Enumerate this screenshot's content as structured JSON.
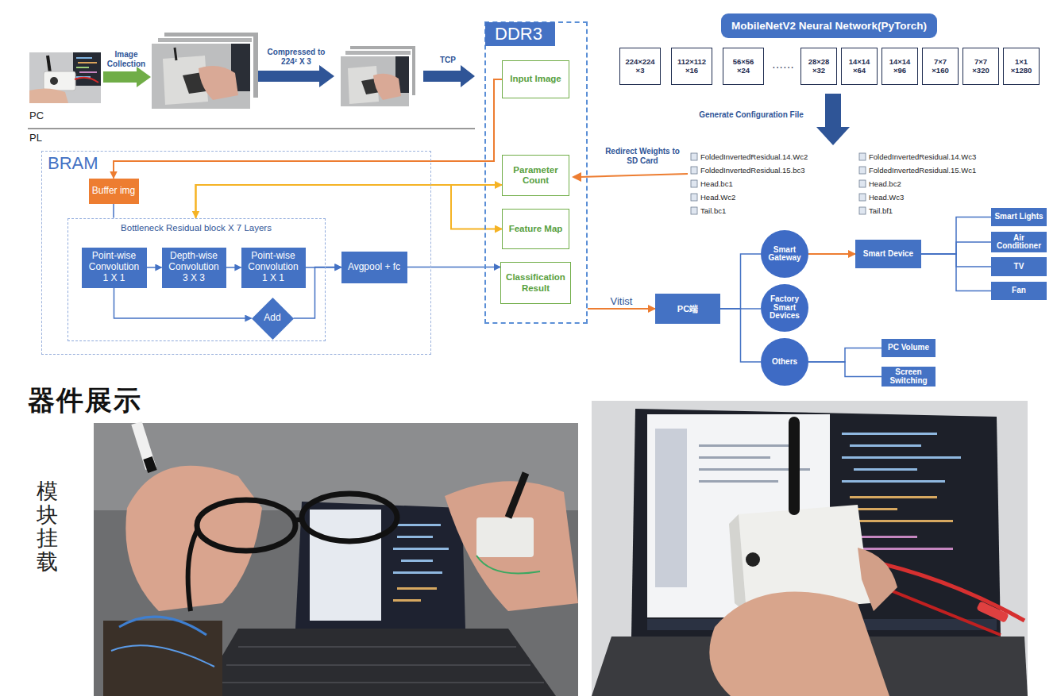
{
  "diagram": {
    "nodes": [
      {
        "text": [
          "DDR3"
        ]
      },
      {
        "text": [
          "Input Image"
        ],
        "in": 0
      },
      {
        "text": [
          "Parameter Count"
        ],
        "in": 0
      },
      {
        "text": [
          "Feature Map"
        ],
        "in": 0
      },
      {
        "text": [
          "Classification Result"
        ],
        "in": 0
      },
      {
        "text": [
          "BRAM"
        ]
      },
      {
        "text": [
          "Buffer img"
        ],
        "in": 5
      },
      {
        "text": [
          "Bottleneck Residual block X 7 Layers"
        ],
        "in": 5
      },
      {
        "text": [
          "Point-wise Convolution 1 X 1"
        ],
        "in": 7
      },
      {
        "text": [
          "Depth-wise Convolution 3 X 3"
        ],
        "in": 7
      },
      {
        "text": [
          "Point-wise Convolution 1 X 1"
        ],
        "in": 7
      },
      {
        "text": [
          "Add"
        ],
        "in": 7
      },
      {
        "text": [
          "Avgpool + fc"
        ],
        "in": 5
      },
      {
        "text": [
          "MobileNetV2 Neural Network(PyTorch)"
        ]
      },
      {
        "text": [
          "224×224 ×3"
        ]
      },
      {
        "text": [
          "112×112 ×16"
        ]
      },
      {
        "text": [
          "56×56 ×24"
        ]
      },
      {
        "text": [
          "28×28 ×32"
        ]
      },
      {
        "text": [
          "14×14 ×64"
        ]
      },
      {
        "text": [
          "14×14 ×96"
        ]
      },
      {
        "text": [
          "7×7 ×160"
        ]
      },
      {
        "text": [
          "7×7 ×320"
        ]
      },
      {
        "text": [
          "1×1 ×1280"
        ]
      },
      {
        "text": [
          "PC端"
        ]
      },
      {
        "text": [
          "Smart Gateway"
        ]
      },
      {
        "text": [
          "Factory Smart Devices"
        ]
      },
      {
        "text": [
          "Others"
        ]
      },
      {
        "text": [
          "Smart Device"
        ]
      },
      {
        "text": [
          "Smart Lights"
        ]
      },
      {
        "text": [
          "Air Conditioner"
        ]
      },
      {
        "text": [
          "TV"
        ]
      },
      {
        "text": [
          "Fan"
        ]
      },
      {
        "text": [
          "PC Volume"
        ]
      },
      {
        "text": [
          "Screen Switching"
        ]
      }
    ],
    "edges": [
      {
        "from": 1,
        "to": 6,
        "arrow": "to"
      },
      {
        "from": 6,
        "to": 7,
        "arrow": "none"
      },
      {
        "from": 7,
        "to": 2,
        "arrow": "both"
      },
      {
        "from": 7,
        "to": 3,
        "arrow": "to"
      },
      {
        "from": 8,
        "to": 9,
        "arrow": "to"
      },
      {
        "from": 9,
        "to": 10,
        "arrow": "to"
      },
      {
        "from": 10,
        "to": 12,
        "arrow": "to"
      },
      {
        "from": 8,
        "to": 11,
        "arrow": "to"
      },
      {
        "from": 11,
        "to": 12,
        "arrow": "to"
      },
      {
        "from": 12,
        "to": 4,
        "arrow": "to"
      },
      {
        "from": 0,
        "to": 23,
        "label": "Vitist",
        "arrow": "to"
      },
      {
        "from": 23,
        "to": 24,
        "arrow": "none"
      },
      {
        "from": 23,
        "to": 25,
        "arrow": "none"
      },
      {
        "from": 23,
        "to": 26,
        "arrow": "none"
      },
      {
        "from": 24,
        "to": 27,
        "arrow": "to"
      },
      {
        "from": 27,
        "to": 28,
        "arrow": "none"
      },
      {
        "from": 27,
        "to": 29,
        "arrow": "none"
      },
      {
        "from": 27,
        "to": 30,
        "arrow": "none"
      },
      {
        "from": 27,
        "to": 31,
        "arrow": "none"
      },
      {
        "from": 26,
        "to": 32,
        "arrow": "none"
      },
      {
        "from": 26,
        "to": 33,
        "arrow": "none"
      }
    ],
    "labels": [
      "PC",
      "PL",
      "Image Collection",
      "Compressed to 224² X 3",
      "TCP",
      "······",
      "Generate Configuration File",
      "Redirect Weights to SD Card",
      "FoldedInvertedResidual.14.Wc2",
      "FoldedInvertedResidual.15.bc3",
      "Head.bc1",
      "Head.Wc2",
      "Tail.bc1",
      "FoldedInvertedResidual.14.Wc3",
      "FoldedInvertedResidual.15.Wc1",
      "Head.bc2",
      "Head.Wc3",
      "Tail.bf1",
      "器件展示",
      "模块挂载"
    ]
  }
}
